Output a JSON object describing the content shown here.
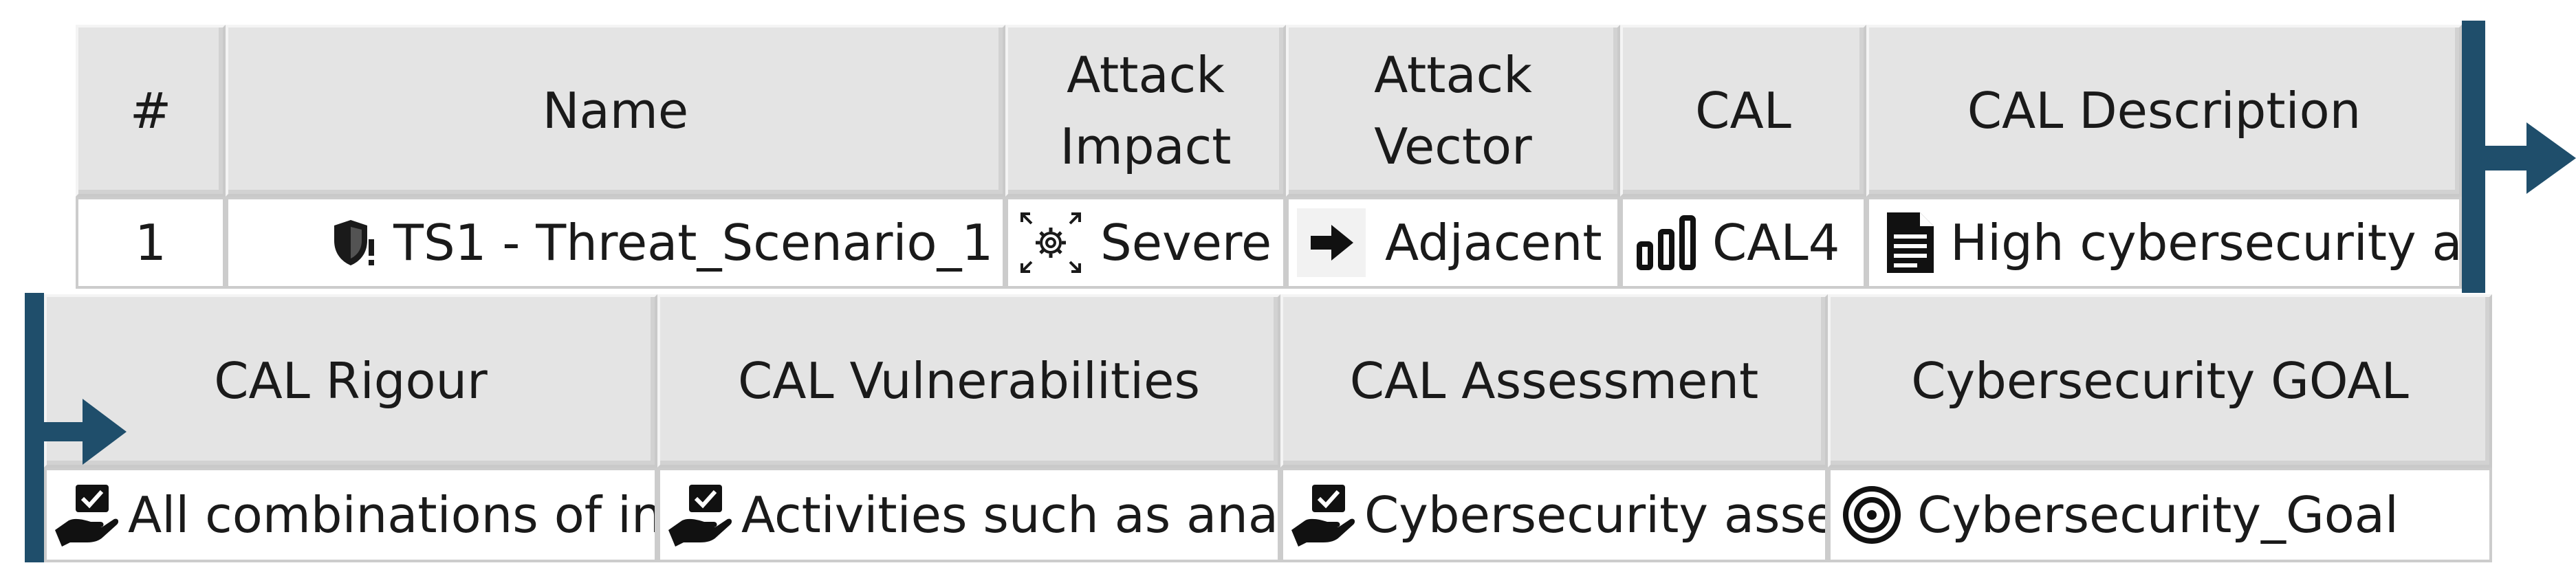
{
  "table1": {
    "headers": [
      "#",
      "Name",
      "Attack Impact",
      "Attack Vector",
      "CAL",
      "CAL Description"
    ],
    "row": {
      "index": "1",
      "name": "TS1 - Threat_Scenario_1",
      "attack_impact": "Severe",
      "attack_vector": "Adjacent",
      "cal": "CAL4",
      "cal_description": "High cybersecurity assurance"
    }
  },
  "table2": {
    "headers": [
      "CAL Rigour",
      "CAL Vulnerabilities",
      "CAL Assessment",
      "Cybersecurity GOAL"
    ],
    "row": {
      "cal_rigour": "All combinations of interfaces",
      "cal_vulnerabilities": "Activities such as analysis",
      "cal_assessment": "Cybersecurity assessment",
      "cybersecurity_goal": "Cybersecurity_Goal"
    }
  },
  "colors": {
    "header_bg": "#e4e4e4",
    "grid_border": "#cccccc",
    "wrap_marker": "#1f4e6b"
  },
  "icons": {
    "name": "shield-alert-icon",
    "attack_impact": "gear-burst-icon",
    "attack_vector": "arrow-right-icon",
    "cal": "bar-chart-icon",
    "cal_description": "document-icon",
    "cal_rigour": "hand-check-icon",
    "cal_vulnerabilities": "hand-check-icon",
    "cal_assessment": "hand-check-icon",
    "cybersecurity_goal": "target-icon",
    "wrap_continue": "wrap-arrow-right-icon"
  }
}
